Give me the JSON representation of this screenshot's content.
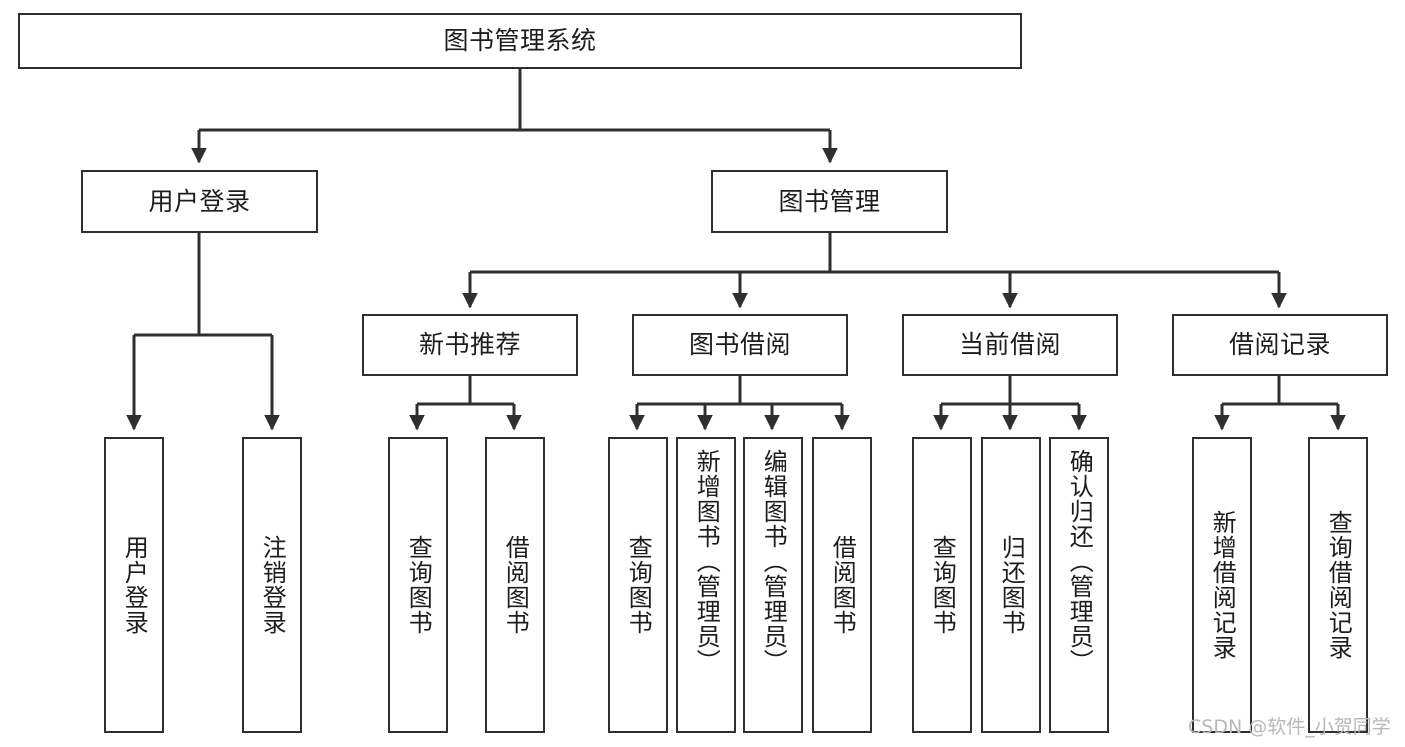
{
  "diagram": {
    "kind": "tree-hierarchy",
    "title": "图书管理系统",
    "watermark": "CSDN @软件_小贺同学",
    "colors": {
      "stroke": "#2f2f2f",
      "fill": "#ffffff",
      "text": "#1d1d1d",
      "watermark": "#b8b8b8"
    }
  },
  "nodes": {
    "root": {
      "label": "图书管理系统"
    },
    "level2": [
      {
        "id": "user-login",
        "label": "用户登录"
      },
      {
        "id": "book-manage",
        "label": "图书管理"
      }
    ],
    "level3": [
      {
        "id": "new-book-recommend",
        "label": "新书推荐"
      },
      {
        "id": "book-borrow",
        "label": "图书借阅"
      },
      {
        "id": "current-borrow",
        "label": "当前借阅"
      },
      {
        "id": "borrow-record",
        "label": "借阅记录"
      }
    ],
    "leaves": {
      "user_login": [
        {
          "id": "leaf-user-login",
          "label": "用户登录"
        },
        {
          "id": "leaf-logout-login",
          "label": "注销登录"
        }
      ],
      "new_book_recommend": [
        {
          "id": "leaf-query-book-1",
          "label": "查询图书"
        },
        {
          "id": "leaf-borrow-book-1",
          "label": "借阅图书"
        }
      ],
      "book_borrow": [
        {
          "id": "leaf-query-book-2",
          "label": "查询图书"
        },
        {
          "id": "leaf-add-book",
          "label": "新增图书（管理员）"
        },
        {
          "id": "leaf-edit-book",
          "label": "编辑图书（管理员）"
        },
        {
          "id": "leaf-borrow-book-2",
          "label": "借阅图书"
        }
      ],
      "current_borrow": [
        {
          "id": "leaf-query-book-3",
          "label": "查询图书"
        },
        {
          "id": "leaf-return-book",
          "label": "归还图书"
        },
        {
          "id": "leaf-confirm-return",
          "label": "确认归还（管理员）"
        }
      ],
      "borrow_record": [
        {
          "id": "leaf-add-record",
          "label": "新增借阅记录"
        },
        {
          "id": "leaf-query-record",
          "label": "查询借阅记录"
        }
      ]
    }
  }
}
